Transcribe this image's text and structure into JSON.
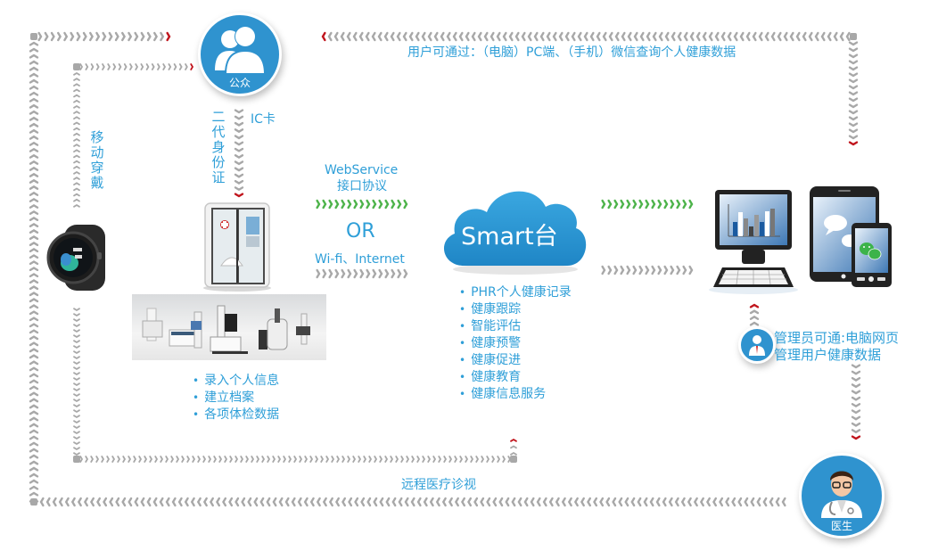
{
  "colors": {
    "accent_blue": "#2f9fd8",
    "circle_blue": "#2f93cf",
    "arrow_gray": "#a8a8a8",
    "arrow_red": "#c0141c",
    "arrow_green": "#4db34a"
  },
  "nodes": {
    "public": {
      "label": "公众",
      "icon": "people-icon"
    },
    "doctor": {
      "label": "医生",
      "icon": "doctor-avatar-icon"
    },
    "admin": {
      "icon": "admin-person-icon",
      "lines": [
        "管理员可通:电脑网页",
        "管理用户健康数据"
      ]
    },
    "cloud": {
      "label": "Smart台",
      "icon": "cloud-icon"
    },
    "smartwatch": {
      "icon": "smartwatch-icon"
    },
    "kiosk": {
      "icon": "health-kiosk-icon"
    },
    "equipment": {
      "icon": "medical-equipment-icon"
    },
    "devices": {
      "icons": [
        "desktop-computer-icon",
        "tablet-icon",
        "smartphone-wechat-icon"
      ]
    }
  },
  "labels": {
    "user_query": "用户可通过：（电脑）PC端、（手机）微信查询个人健康数据",
    "mobile_wear": "移动穿戴",
    "id_card": "二代身份证",
    "ic_card": "IC卡",
    "webservice_line1": "WebService",
    "webservice_line2": "接口协议",
    "or": "OR",
    "wifi_internet": "Wi-fi、Internet",
    "remote_medical": "远程医疗诊视"
  },
  "cloud_services": [
    "PHR个人健康记录",
    "健康跟踪",
    "智能评估",
    "健康预警",
    "健康促进",
    "健康教育",
    "健康信息服务"
  ],
  "kiosk_functions": [
    "录入个人信息",
    "建立档案",
    "各项体检数据"
  ]
}
